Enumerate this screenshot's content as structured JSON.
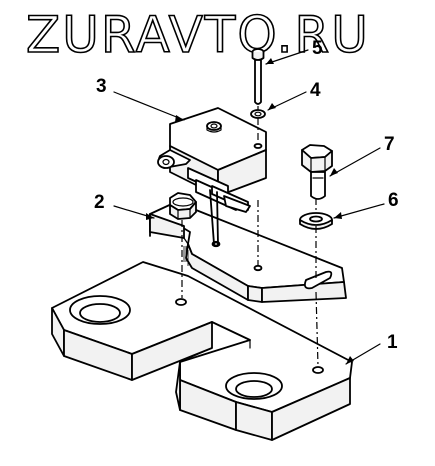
{
  "watermark": "ZURAVTO.RU",
  "callouts": [
    {
      "id": "1",
      "label": "1"
    },
    {
      "id": "2",
      "label": "2"
    },
    {
      "id": "3",
      "label": "3"
    },
    {
      "id": "4",
      "label": "4"
    },
    {
      "id": "5",
      "label": "5"
    },
    {
      "id": "6",
      "label": "6"
    },
    {
      "id": "7",
      "label": "7"
    }
  ],
  "parts": [
    {
      "callout": "1",
      "icon": "base-bracket-icon"
    },
    {
      "callout": "2",
      "icon": "mounting-plate-icon"
    },
    {
      "callout": "3",
      "icon": "limit-switch-icon"
    },
    {
      "callout": "4",
      "icon": "lock-washer-icon"
    },
    {
      "callout": "5",
      "icon": "screw-icon"
    },
    {
      "callout": "6",
      "icon": "washer-icon"
    },
    {
      "callout": "7",
      "icon": "hex-bolt-icon"
    }
  ]
}
